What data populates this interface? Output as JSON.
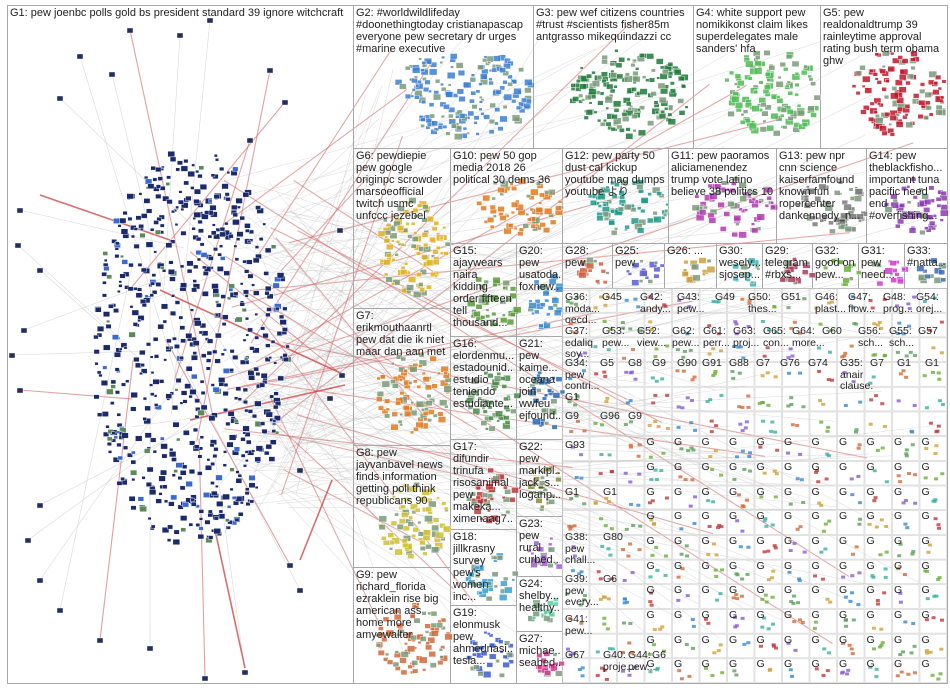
{
  "background": "#ffffff",
  "box_border": "#a8a8a8",
  "groups": [
    {
      "id": "G1",
      "label": "G1: pew joenbc polls gold bs president standard 39 ignore witchcraft",
      "color": "#1a2a6c"
    },
    {
      "id": "G2",
      "label": "G2: #worldwildlifeday #doonethingtoday cristianapascap everyone pew secretary dr urges #marine executive",
      "color": "#3c7fd0"
    },
    {
      "id": "G3",
      "label": "G3: pew wef citizens countries #trust #scientists fisher85m antgrasso mikequindazzi cc",
      "color": "#1f7a3a"
    },
    {
      "id": "G4",
      "label": "G4: white support pew nomikikonst claim likes superdelegates male sanders' hfa",
      "color": "#4dbb55"
    },
    {
      "id": "G5",
      "label": "G5: pew realdonaldtrump 39 rainleytime approval rating bush term obama ghw",
      "color": "#c0182a"
    },
    {
      "id": "G6",
      "label": "G6: pewdiepie pew google originpc scrowder marsoeofficial twitch usmc unfccc jezebel",
      "color": "#e0b020"
    },
    {
      "id": "G10",
      "label": "G10: pew 50 gop media 2018 26 political 30 dems 36",
      "color": "#e07a20"
    },
    {
      "id": "G12",
      "label": "G12: pew party 50 dust cal kickup youtube mag dumps youtube より",
      "color": "#209a8a"
    },
    {
      "id": "G11",
      "label": "G11: pew paoramos aliciamenendez trump vote latino believe 38 politics 10",
      "color": "#b03ab0"
    },
    {
      "id": "G13",
      "label": "G13: pew npr cnn science kaiserfamfound known fun ropercenter dankennedy_n...",
      "color": "#7a7a7a"
    },
    {
      "id": "G14",
      "label": "G14: pew theblackfisho... important tuna pacific need end #overfishing...",
      "color": "#8a3ab0"
    },
    {
      "id": "G15",
      "label": "G15: ajaywears naira kidding order fifteen tell thousand...",
      "color": "#5a9a3a"
    },
    {
      "id": "G20",
      "label": "G20: pew usatoda... foxnew...",
      "color": "#3a8ad0"
    },
    {
      "id": "G28",
      "label": "G28: pew",
      "color": "#d05a3a"
    },
    {
      "id": "G25",
      "label": "G25: pew",
      "color": "#5a5ad0"
    },
    {
      "id": "G26",
      "label": "G26: ...",
      "color": "#d0a03a"
    },
    {
      "id": "G30",
      "label": "G30: wesely... sjosep...",
      "color": "#3ab0b0"
    },
    {
      "id": "G29",
      "label": "G29: telegram #rbxs...",
      "color": "#b03a5a"
    },
    {
      "id": "G32",
      "label": "G32: good on pew...",
      "color": "#6ab03a"
    },
    {
      "id": "G31",
      "label": "G31: pew need...",
      "color": "#d03ad0"
    },
    {
      "id": "G33",
      "label": "G33: #natta...",
      "color": "#3a6ab0"
    },
    {
      "id": "G7",
      "label": "G7: erikmouthaanrtl pew dat die ik niet maar dan aan met",
      "color": "#e07a20"
    },
    {
      "id": "G16",
      "label": "G16: elordenmu... estadounid... estudio teniendo estudiante...",
      "color": "#4a8a4a"
    },
    {
      "id": "G21",
      "label": "G21: pew kaime... oceana join wwfeu ejfound...",
      "color": "#2a6ab0"
    },
    {
      "id": "G8",
      "label": "G8: pew jayvanbavel news finds information getting poll think republicans 90",
      "color": "#d0c030"
    },
    {
      "id": "G17",
      "label": "G17: difundir trinufa risosanimal pew makeka... ximenaag7...",
      "color": "#c03a3a"
    },
    {
      "id": "G22",
      "label": "G22: pew markipl... jack_s... loganp...",
      "color": "#8a8a3a"
    },
    {
      "id": "G18",
      "label": "G18: jillkrasny survey pew's women inc...",
      "color": "#3aa0d0"
    },
    {
      "id": "G23",
      "label": "G23: pew rural curbed...",
      "color": "#a05ad0"
    },
    {
      "id": "G9",
      "label": "G9: pew richard_florida ezraklein rise big american ass home more amyewalter",
      "color": "#d06a3a"
    },
    {
      "id": "G24",
      "label": "G24: shelby... healthy...",
      "color": "#5ad0a0"
    },
    {
      "id": "G19",
      "label": "G19: elonmusk pew ahmednasi... tesla...",
      "color": "#3a5ad0"
    },
    {
      "id": "G27",
      "label": "G27: michae... seabed...",
      "color": "#d03a8a"
    }
  ],
  "small_labels": [
    "G36: moda... oecd...",
    "G45",
    "G42: andy...",
    "G43: pew...",
    "G49",
    "G50: thes...",
    "G51",
    "G46: plast...",
    "G47: flow...",
    "G48: prog...",
    "G54: orej...",
    "G37: edaliq soy...",
    "G53: pew...",
    "G52: view...",
    "G62: pew...",
    "G61: perr...",
    "G63: proj...",
    "G65: con...",
    "G64: more...",
    "G60",
    "G56: sch...",
    "G55: sch...",
    "G57",
    "G34: pew contri...",
    "G5",
    "G8",
    "G9",
    "G90",
    "G91",
    "G88",
    "G7",
    "G76",
    "G74",
    "G35: anair clause...",
    "G7",
    "G1",
    "G1",
    "G1",
    "G9",
    "G96",
    "G9",
    "G93",
    "G1",
    "G1",
    "G38: pew chall...",
    "G80",
    "G39: pew every...",
    "G6",
    "G41: pew...",
    "G67",
    "G40: proje...",
    "G44: pew...",
    "G6",
    "G8",
    "G1",
    "G1"
  ],
  "tiny_tag": "G"
}
